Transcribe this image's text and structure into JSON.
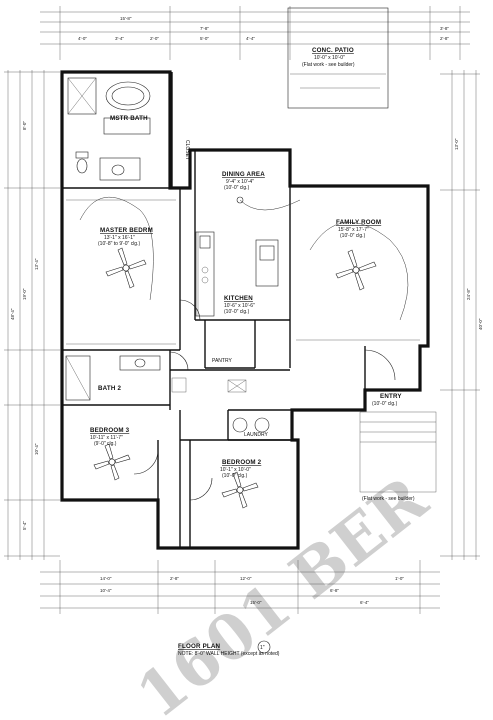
{
  "rooms": {
    "conc_patio": {
      "name": "CONC. PATIO",
      "size": "10'-0\" x 10'-0\"",
      "note": "(Flat work - see builder)"
    },
    "master_bath": {
      "name": "MSTR BATH"
    },
    "closet": {
      "name": "CLOSET"
    },
    "master_bedroom": {
      "name": "MASTER BEDRM",
      "size": "13'-1\" x 16'-1\"",
      "clg": "(10'-8\" to 9'-0\" clg.)"
    },
    "dining_area": {
      "name": "DINING AREA",
      "size": "9'-4\" x 10'-4\"",
      "clg": "(10'-0\" clg.)"
    },
    "kitchen": {
      "name": "KITCHEN",
      "size": "10'-6\" x 10'-6\"",
      "clg": "(10'-0\" clg.)"
    },
    "family_room": {
      "name": "FAMILY ROOM",
      "size": "15'-8\" x 17'-7\"",
      "clg": "(10'-0\" clg.)"
    },
    "pantry": {
      "name": "PANTRY"
    },
    "bath2": {
      "name": "BATH 2"
    },
    "laundry": {
      "name": "LAUNDRY"
    },
    "entry": {
      "name": "ENTRY",
      "clg": "(10'-0\" clg.)"
    },
    "bedroom3": {
      "name": "BEDROOM 3",
      "size": "10'-11\" x 11'-7\"",
      "clg": "(9'-0\" clg.)"
    },
    "bedroom2": {
      "name": "BEDROOM 2",
      "size": "10'-1\" x 10'-0\"",
      "clg": "(10'-0\" clg.)"
    },
    "front_note": "(Flat work - see builder)"
  },
  "title": {
    "label": "FLOOR PLAN",
    "note": "NOTE: 8'-0\" WALL HEIGHT (except as noted)",
    "scale_mark": "1\""
  },
  "watermark": "1601 BER",
  "dimensions": {
    "top": [
      "15'-8\"",
      "4'-0\"",
      "7'-8\"",
      "3'-4\"",
      "2'-0\"",
      "5'-0\"",
      "4'-4\"",
      "3'-8\"",
      "2'-8\""
    ],
    "bottom": [
      "14'-0\"",
      "2'-8\"",
      "12'-0\"",
      "10'-4\"",
      "15'-0\"",
      "6'-8\"",
      "1'-0\"",
      "6'-4\""
    ],
    "left": [
      "8'-0\"",
      "13'-4\"",
      "19'-0\"",
      "48'-4\"",
      "10'-4\"",
      "5'-4\""
    ],
    "right": [
      "24'-8\"",
      "13'-0\"",
      "40'-0\""
    ]
  }
}
